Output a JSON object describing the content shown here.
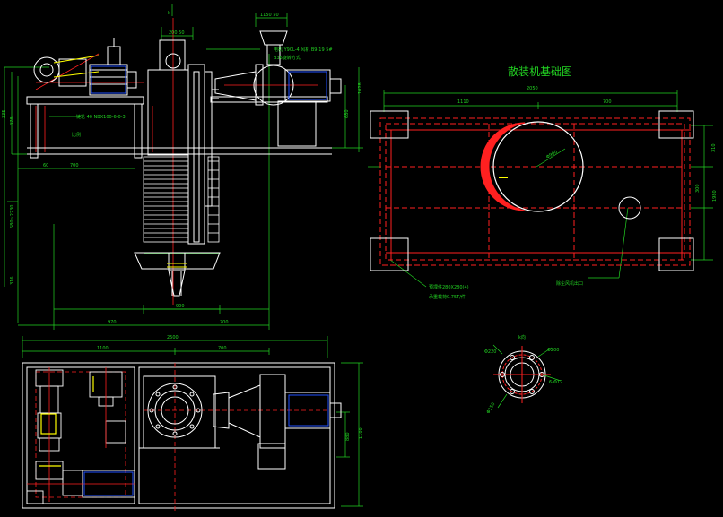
{
  "colors": {
    "background": "#000000",
    "outline": "#ffffff",
    "dimension": "#22d322",
    "centerline": "#ff2020",
    "accent_yellow": "#ffff00",
    "motor_blue": "#2050ff"
  },
  "front_view": {
    "top_dims": [
      "1150 50",
      "200 50",
      "k"
    ],
    "side_dims_left": [
      "335",
      "378",
      "680~2230",
      "316"
    ],
    "side_dims_right": [
      "1028",
      "680"
    ],
    "bottom_dims": [
      "60",
      "700",
      "900",
      "970",
      "700"
    ],
    "annotations": [
      "电机 Y90L-4 风机 B9-19 5#",
      "B36旋转方式",
      "链轮 40 NBX100-6-0-3",
      "比例"
    ]
  },
  "foundation_plan": {
    "title": "散装机基础图",
    "dims": [
      "2050",
      "1110",
      "700",
      "1980",
      "310",
      "300",
      "Φ900"
    ],
    "callouts": [
      "预埋件280X280(4)",
      "承重载荷0.75T/件",
      "除尘风机出口"
    ]
  },
  "flange_detail": {
    "label": "k向",
    "dims": [
      "Φ220",
      "Φ200",
      "Φ150",
      "6-Φ12"
    ]
  },
  "plan_view": {
    "dims": [
      "2500",
      "1100",
      "700",
      "1100",
      "880"
    ]
  }
}
